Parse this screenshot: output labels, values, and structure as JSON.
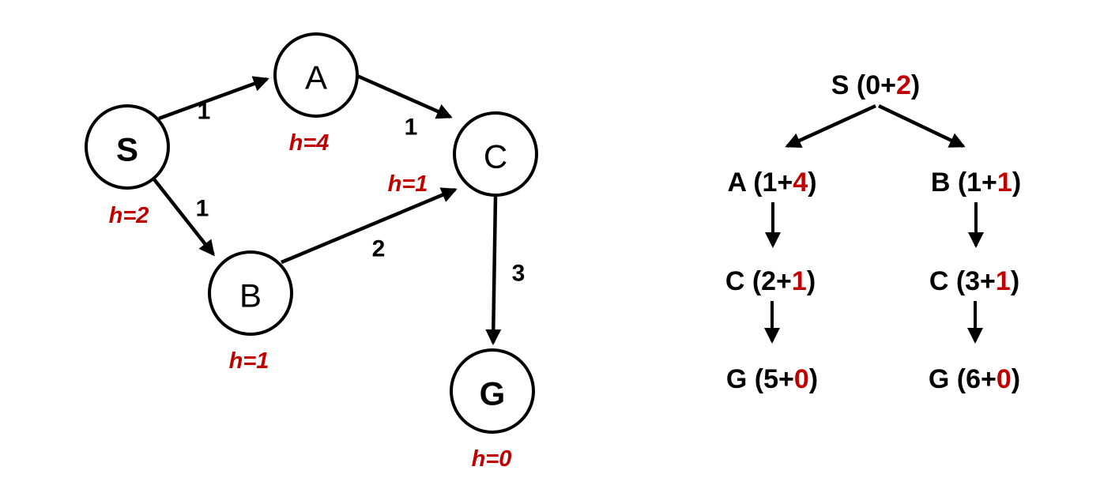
{
  "colors": {
    "ink": "#000000",
    "accent_red": "#C00000",
    "background": "#ffffff"
  },
  "graph": {
    "nodes": [
      {
        "label": "S"
      },
      {
        "label": "A"
      },
      {
        "label": "B"
      },
      {
        "label": "C"
      },
      {
        "label": "G"
      }
    ],
    "heuristics": [
      {
        "node": "S",
        "text": "h=2"
      },
      {
        "node": "A",
        "text": "h=4"
      },
      {
        "node": "B",
        "text": "h=1"
      },
      {
        "node": "C",
        "text": "h=1"
      },
      {
        "node": "G",
        "text": "h=0"
      }
    ],
    "edges": [
      {
        "from": "S",
        "to": "A",
        "weight": "1"
      },
      {
        "from": "A",
        "to": "C",
        "weight": "1"
      },
      {
        "from": "S",
        "to": "B",
        "weight": "1"
      },
      {
        "from": "B",
        "to": "C",
        "weight": "2"
      },
      {
        "from": "C",
        "to": "G",
        "weight": "3"
      }
    ]
  },
  "tree": {
    "nodes": [
      {
        "id": "S",
        "pre": "S (0+",
        "h": "2",
        "post": ")"
      },
      {
        "id": "A",
        "pre": "A (1+",
        "h": "4",
        "post": ")"
      },
      {
        "id": "B",
        "pre": "B (1+",
        "h": "1",
        "post": ")"
      },
      {
        "id": "C1",
        "pre": "C (2+",
        "h": "1",
        "post": ")"
      },
      {
        "id": "C2",
        "pre": "C (3+",
        "h": "1",
        "post": ")"
      },
      {
        "id": "G1",
        "pre": "G (5+",
        "h": "0",
        "post": ")"
      },
      {
        "id": "G2",
        "pre": "G (6+",
        "h": "0",
        "post": ")"
      }
    ]
  }
}
